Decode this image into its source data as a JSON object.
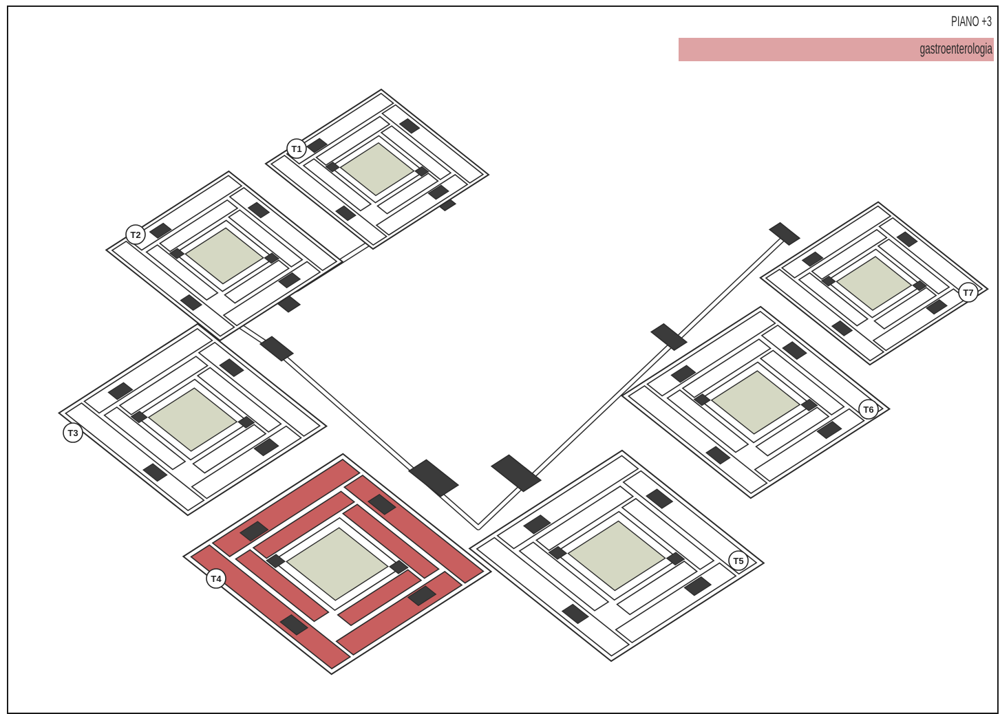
{
  "header": {
    "floor_label": "PIANO +3",
    "department_label": "gastroenterologia"
  },
  "colors": {
    "highlight": "#c85f5f",
    "legend_fill": "#dea3a4",
    "core": "#3b3b3b",
    "courtyard": "#d5d8c3",
    "wall": "#ffffff",
    "stroke": "#2a2a2a"
  },
  "towers": [
    {
      "label": "T1",
      "highlighted": false
    },
    {
      "label": "T2",
      "highlighted": false
    },
    {
      "label": "T3",
      "highlighted": false
    },
    {
      "label": "T4",
      "highlighted": true
    },
    {
      "label": "T5",
      "highlighted": false
    },
    {
      "label": "T6",
      "highlighted": false
    },
    {
      "label": "T7",
      "highlighted": false
    }
  ]
}
